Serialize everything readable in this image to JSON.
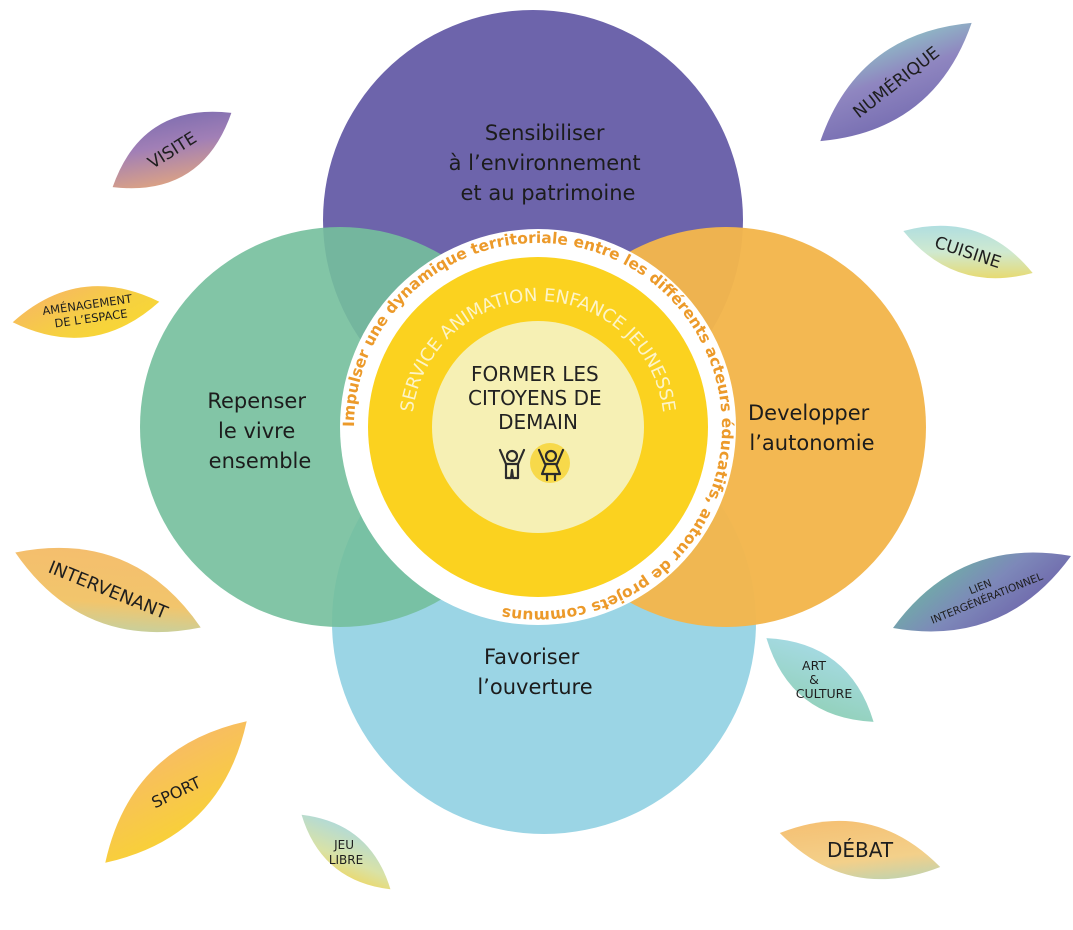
{
  "circles": {
    "top": {
      "lines": [
        "Sensibiliser",
        "à l’environnement",
        "et au patrimoine"
      ],
      "color": "#6d64ab"
    },
    "left": {
      "lines": [
        "Repenser",
        "le vivre",
        "ensemble"
      ],
      "color": "#74bf9c"
    },
    "right": {
      "lines": [
        "Developper",
        "l’autonomie"
      ],
      "color": "#f3b64c"
    },
    "bottom": {
      "lines": [
        "Favoriser",
        "l’ouverture"
      ],
      "color": "#9bd5e5"
    }
  },
  "center": {
    "ring_text": "Impulser une dynamique territoriale entre les différents acteurs éducatifs, autour de projets communs",
    "service_text": "SERVICE ANIMATION ENFANCE JEUNESSE",
    "core_lines": [
      "FORMER LES",
      "CITOYENS DE",
      "DEMAIN"
    ],
    "icon": "children-icon",
    "colors": {
      "ring_text": "#ec9a2a",
      "outer": "#fbd21f",
      "inner": "#f6f0b4"
    }
  },
  "leaves": [
    {
      "id": "visite",
      "lines": [
        "VISITE"
      ]
    },
    {
      "id": "numerique",
      "lines": [
        "NUMÉRIQUE"
      ]
    },
    {
      "id": "cuisine",
      "lines": [
        "CUISINE"
      ]
    },
    {
      "id": "amenagement",
      "lines": [
        "AMÉNAGEMENT",
        "DE L’ESPACE"
      ]
    },
    {
      "id": "intervenant",
      "lines": [
        "INTERVENANT"
      ]
    },
    {
      "id": "lien",
      "lines": [
        "LIEN",
        "INTERGÉNÉRATIONNEL"
      ]
    },
    {
      "id": "art",
      "lines": [
        "ART",
        "&",
        "CULTURE"
      ]
    },
    {
      "id": "sport",
      "lines": [
        "SPORT"
      ]
    },
    {
      "id": "jeu",
      "lines": [
        "JEU",
        "LIBRE"
      ]
    },
    {
      "id": "debat",
      "lines": [
        "DÉBAT"
      ]
    }
  ]
}
